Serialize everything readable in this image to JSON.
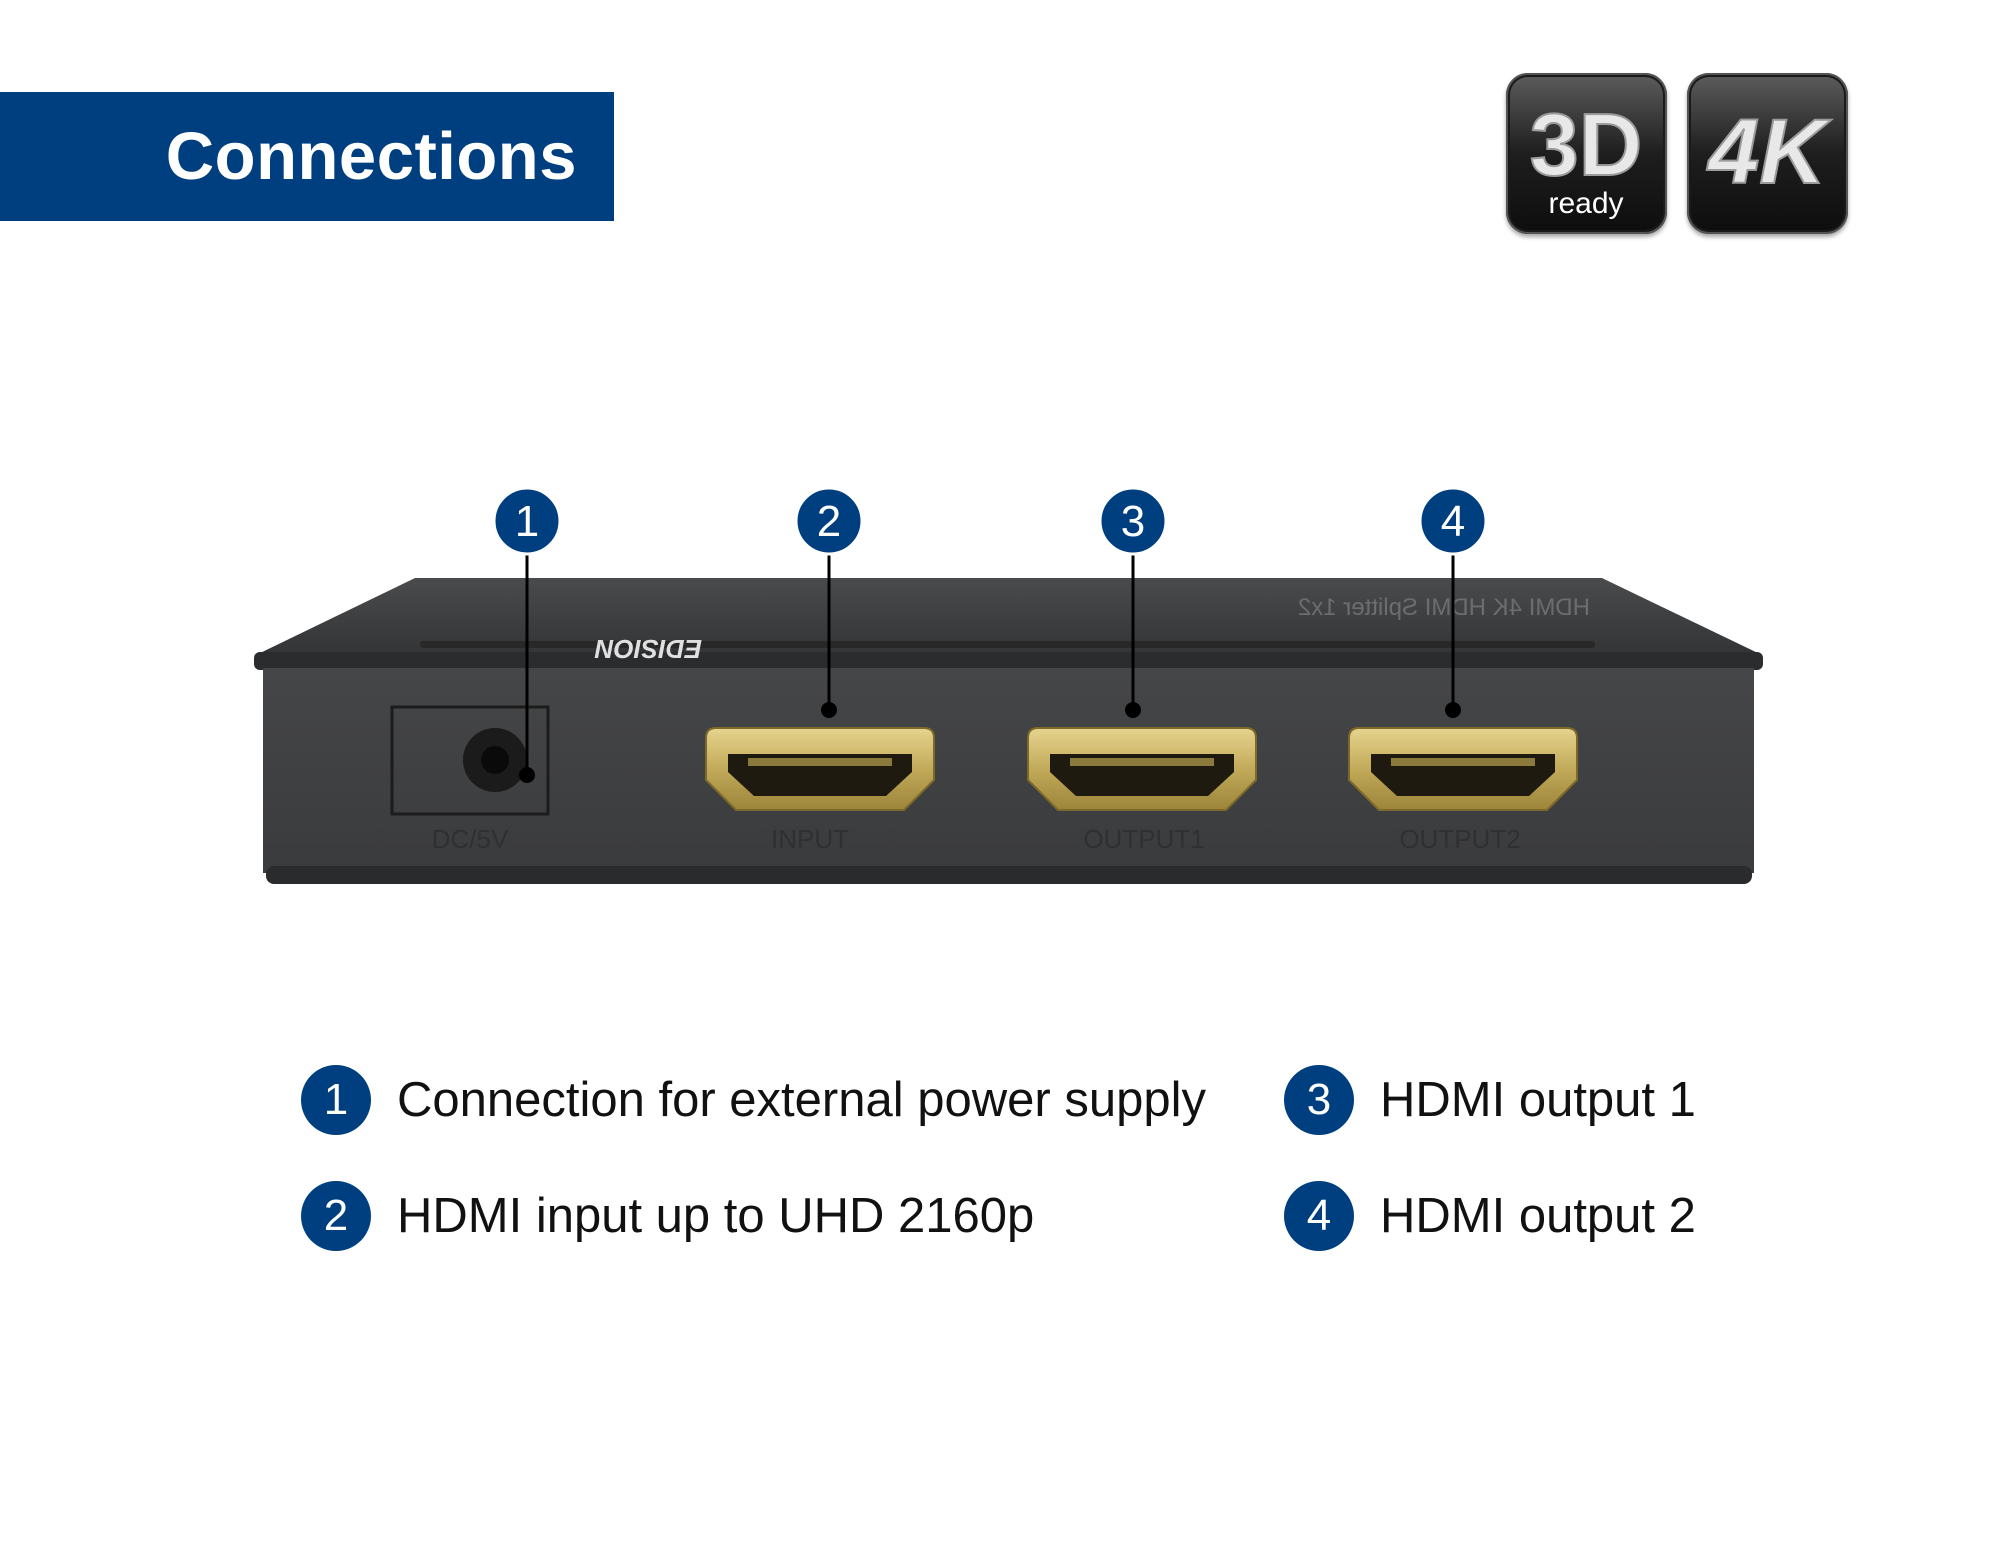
{
  "header": {
    "title": "Connections"
  },
  "badges": [
    {
      "id": "3d",
      "big": "3D",
      "small": "ready"
    },
    {
      "id": "4k",
      "big": "4K"
    }
  ],
  "device": {
    "brand": "EDISION",
    "top_print": "HDMI  4K  HDMI Splitter  1x2",
    "ports": [
      {
        "id": "dc",
        "label": "DC/5V"
      },
      {
        "id": "input",
        "label": "INPUT"
      },
      {
        "id": "output1",
        "label": "OUTPUT1"
      },
      {
        "id": "output2",
        "label": "OUTPUT2"
      }
    ]
  },
  "callouts": [
    "1",
    "2",
    "3",
    "4"
  ],
  "legend": [
    {
      "num": "1",
      "text": "Connection for external power supply"
    },
    {
      "num": "2",
      "text": "HDMI input up to UHD 2160p"
    },
    {
      "num": "3",
      "text": "HDMI output 1"
    },
    {
      "num": "4",
      "text": "HDMI output 2"
    }
  ],
  "colors": {
    "accent": "#003f7f",
    "device": "#3a3b3c",
    "connector": "#c9b46a"
  }
}
